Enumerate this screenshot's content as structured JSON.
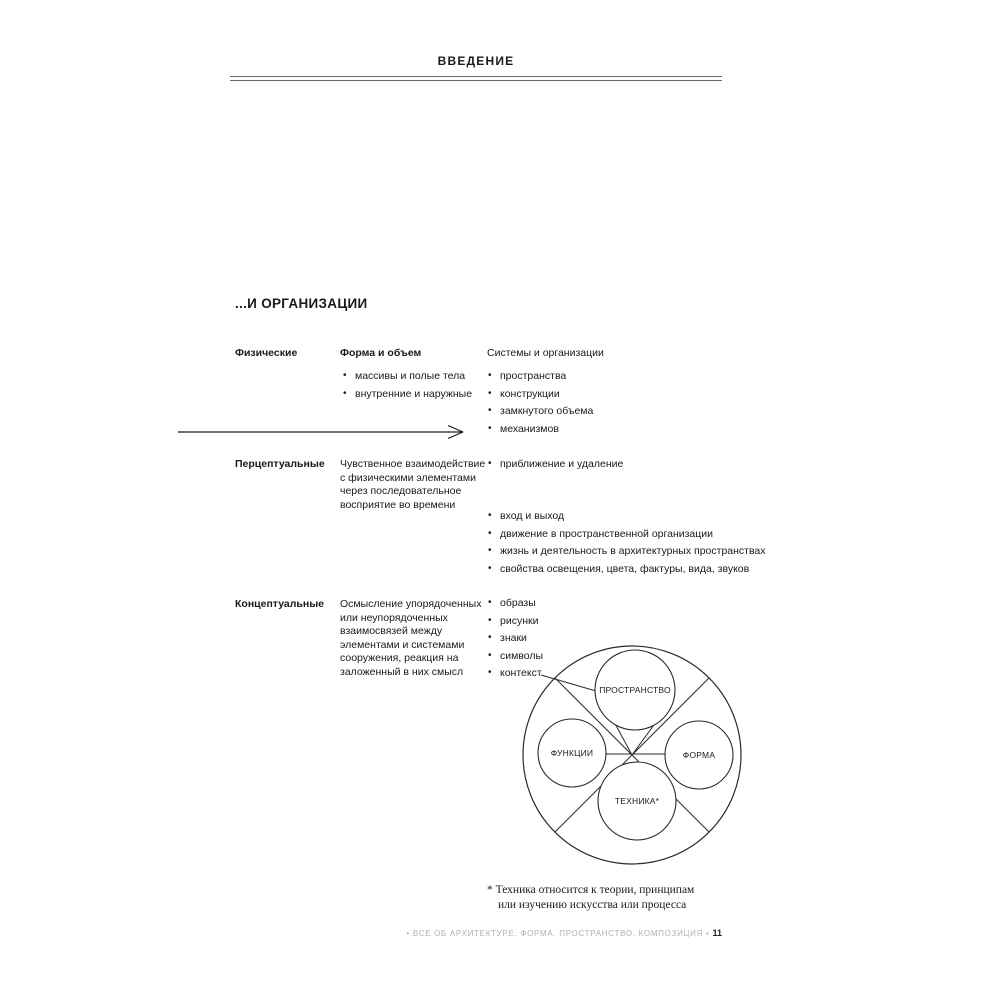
{
  "header": {
    "title": "ВВЕДЕНИЕ"
  },
  "section": {
    "title": "...И ОРГАНИЗАЦИИ"
  },
  "rows": {
    "physical": {
      "category": "Физические",
      "middle_title": "Форма и объем",
      "middle_bullets": [
        "массивы и полые тела",
        "внутренние и наружные"
      ],
      "right_title": "Системы и организации",
      "right_bullets": [
        "пространства",
        "конструкции",
        "замкнутого объема",
        "механизмов"
      ]
    },
    "perceptual": {
      "category": "Перцептуальные",
      "middle_text": "Чувственное взаимодействие с физическими элементами через последовательное восприятие во времени",
      "right_bullet_first": "приближение и удаление",
      "right_bullets": [
        "вход и выход",
        "движение в пространственной организации",
        "жизнь и деятельность в архитектурных пространствах",
        "свойства освещения, цвета, фактуры, вида, звуков"
      ]
    },
    "conceptual": {
      "category": "Концептуальные",
      "middle_text": "Осмысление упорядоченных или неупорядоченных взаимосвязей между элементами и системами сооружения, реакция на заложенный в них смысл",
      "right_bullets": [
        "образы",
        "рисунки",
        "знаки",
        "символы",
        "контекст"
      ]
    }
  },
  "diagram": {
    "labels": {
      "top": "ПРОСТРАНСТВО",
      "left": "ФУНКЦИИ",
      "right": "ФОРМА",
      "bottom": "ТЕХНИКА*"
    }
  },
  "footnote": {
    "line1": "* Техника относится к теории, принципам",
    "line2": "или изучению искусства или процесса"
  },
  "footer": {
    "bullet": "•",
    "text": "ВСЕ ОБ АРХИТЕКТУРЕ. ФОРМА, ПРОСТРАНСТВО, КОМПОЗИЦИЯ",
    "separator": "•",
    "page_number": "11"
  }
}
